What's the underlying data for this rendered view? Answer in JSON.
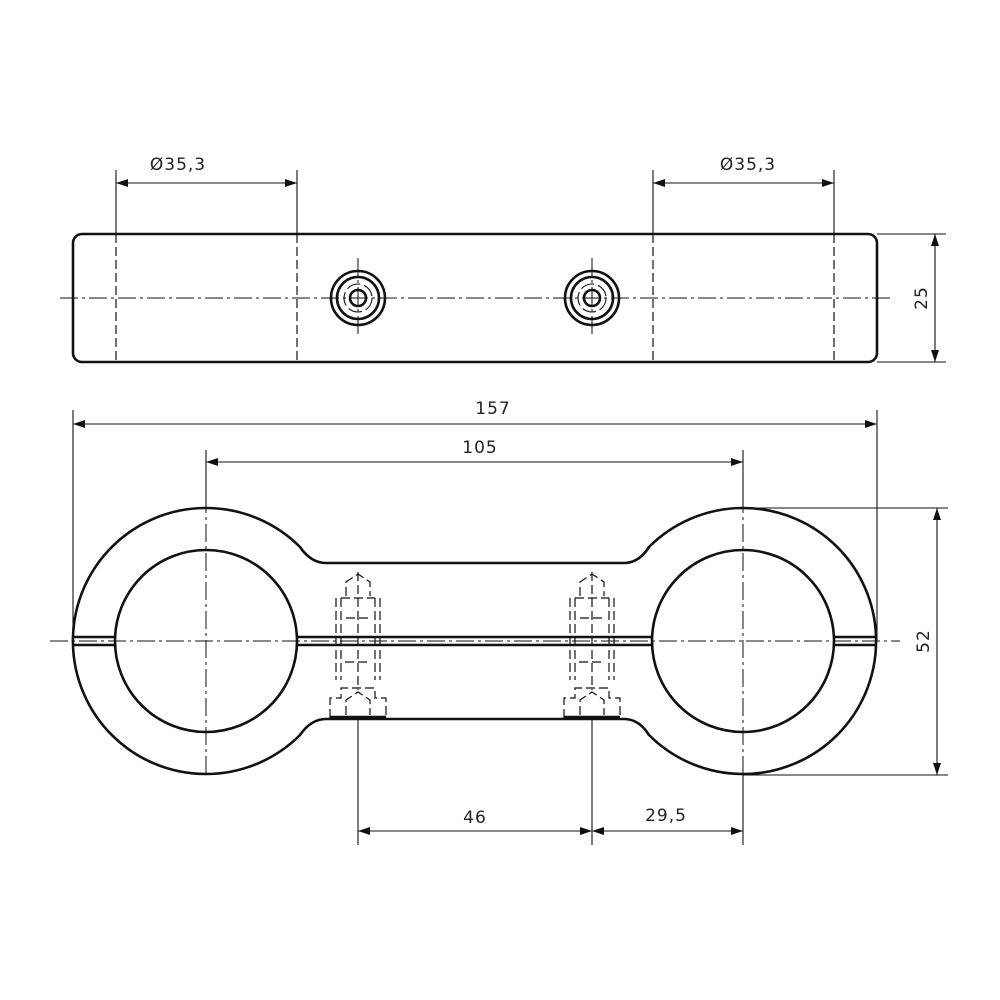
{
  "top_view": {
    "dim_left_bore": "Ø35,3",
    "dim_right_bore": "Ø35,3",
    "dim_height": "25"
  },
  "front_view": {
    "dim_overall_length": "157",
    "dim_center_distance": "105",
    "dim_height": "52",
    "dim_screw_spacing": "46",
    "dim_screw_to_center": "29,5"
  },
  "colors": {
    "line": "#111111",
    "background": "#ffffff"
  }
}
